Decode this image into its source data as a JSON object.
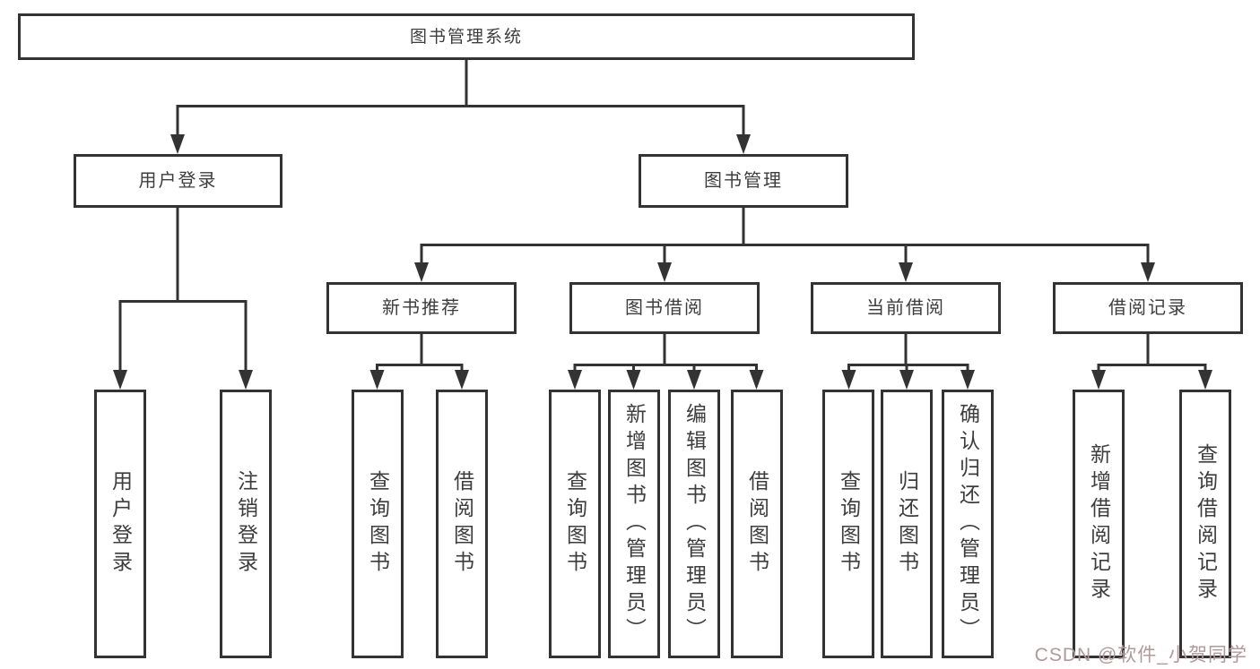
{
  "colors": {
    "line": "#333333",
    "text": "#3d3d3d",
    "box_background": "#ffffff",
    "page_background": "#ffffff",
    "watermark": "#b1989b"
  },
  "tree": {
    "root": "图书管理系统",
    "branches": [
      {
        "label": "用户登录",
        "children": [
          "用户登录",
          "注销登录"
        ]
      },
      {
        "label": "图书管理",
        "children": [
          {
            "label": "新书推荐",
            "children": [
              "查询图书",
              "借阅图书"
            ]
          },
          {
            "label": "图书借阅",
            "children": [
              "查询图书",
              "新增图书（管理员）",
              "编辑图书（管理员）",
              "借阅图书"
            ]
          },
          {
            "label": "当前借阅",
            "children": [
              "查询图书",
              "归还图书",
              "确认归还（管理员）"
            ]
          },
          {
            "label": "借阅记录",
            "children": [
              "新增借阅记录",
              "查询借阅记录"
            ]
          }
        ]
      }
    ]
  },
  "watermark": {
    "text": "CSDN @软件_小贺同学"
  }
}
